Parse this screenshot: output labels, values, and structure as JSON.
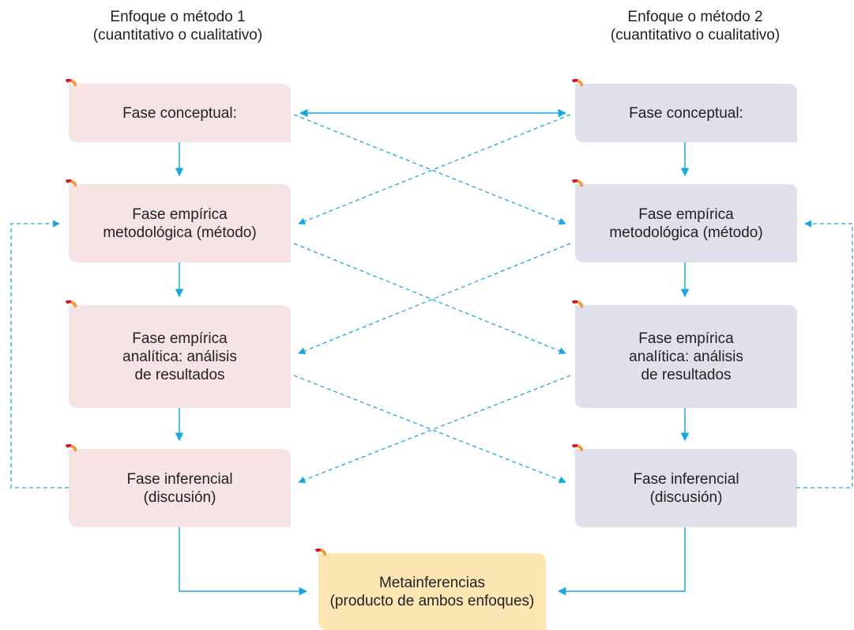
{
  "columns": {
    "left": {
      "title_line1": "Enfoque o método 1",
      "title_line2": "(cuantitativo o cualitativo)"
    },
    "right": {
      "title_line1": "Enfoque o método 2",
      "title_line2": "(cuantitativo o cualitativo)"
    }
  },
  "phases": {
    "conceptual": {
      "line1": "Fase conceptual:"
    },
    "empirica_metodologica": {
      "line1": "Fase empírica",
      "line2": "metodológica (método)"
    },
    "empirica_analitica": {
      "line1": "Fase empírica",
      "line2": "analítica: análisis",
      "line3": "de resultados"
    },
    "inferencial": {
      "line1": "Fase inferencial",
      "line2": "(discusión)"
    }
  },
  "meta": {
    "line1": "Metainferencias",
    "line2": "(producto de ambos enfoques)"
  },
  "colors": {
    "left_box": "#f6e3e3",
    "right_box": "#dfe0ea",
    "meta_box": "#fde5b4",
    "arrow": "#1aa7e0",
    "corner_red": "#c8133a",
    "corner_orange": "#f39a3c"
  }
}
